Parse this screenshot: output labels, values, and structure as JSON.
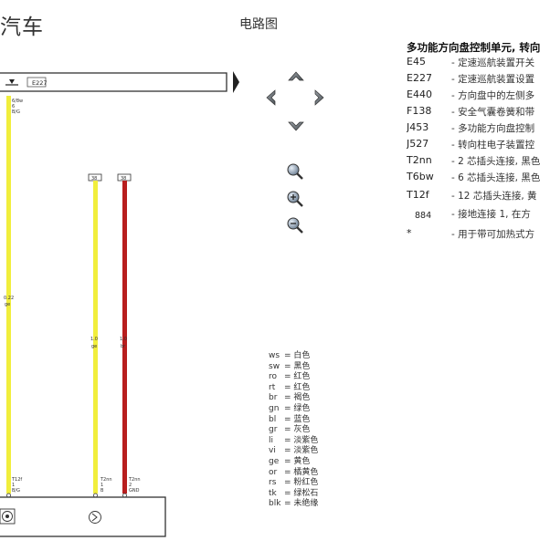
{
  "header": {
    "brand": "汽车",
    "diagram_title": "电路图"
  },
  "component_bar": {
    "label": "E227"
  },
  "wires": [
    {
      "id": "w1",
      "top_pin": "6/8w",
      "top_pin2": "6",
      "top_color": "B/G",
      "mid_size": "0.22",
      "mid_color": "ge",
      "bot_conn": "T12f",
      "bot_pin": "1",
      "bot_color": "B/G",
      "stroke": "#f1ee3c"
    },
    {
      "id": "w2",
      "box": "38",
      "mid_size": "1.0",
      "mid_color": "ge",
      "bot_conn": "T2nn",
      "bot_pin": "1",
      "bot_color": "B",
      "stroke": "#f1ee3c"
    },
    {
      "id": "w3",
      "box": "38",
      "mid_size": "1.0",
      "mid_color": "br",
      "bot_conn": "T2nn",
      "bot_pin": "2",
      "bot_color": "GND",
      "stroke": "#b81e1e"
    }
  ],
  "legend": {
    "title": "多功能方向盘控制单元, 转向",
    "items": [
      {
        "code": "E45",
        "desc": "- 定速巡航装置开关"
      },
      {
        "code": "E227",
        "desc": "- 定速巡航装置设置"
      },
      {
        "code": "E440",
        "desc": "- 方向盘中的左侧多"
      },
      {
        "code": "F138",
        "desc": "- 安全气囊卷簧和带"
      },
      {
        "code": "J453",
        "desc": "- 多功能方向盘控制"
      },
      {
        "code": "J527",
        "desc": "- 转向柱电子装置控"
      },
      {
        "code": "T2nn",
        "desc": "- 2 芯插头连接, 黑色"
      },
      {
        "code": "T6bw",
        "desc": "- 6 芯插头连接, 黑色"
      },
      {
        "code": "T12f",
        "desc": "- 12 芯插头连接, 黄"
      },
      {
        "code": "884",
        "desc": "- 接地连接 1, 在方"
      },
      {
        "code": "*",
        "desc": "- 用于带可加热式方"
      }
    ]
  },
  "color_codes": [
    {
      "code": "ws",
      "name": "白色"
    },
    {
      "code": "sw",
      "name": "黑色"
    },
    {
      "code": "ro",
      "name": "红色"
    },
    {
      "code": "rt",
      "name": "红色"
    },
    {
      "code": "br",
      "name": "褐色"
    },
    {
      "code": "gn",
      "name": "绿色"
    },
    {
      "code": "bl",
      "name": "蓝色"
    },
    {
      "code": "gr",
      "name": "灰色"
    },
    {
      "code": "li",
      "name": "淡紫色"
    },
    {
      "code": "vi",
      "name": "淡紫色"
    },
    {
      "code": "ge",
      "name": "黄色"
    },
    {
      "code": "or",
      "name": "橘黄色"
    },
    {
      "code": "rs",
      "name": "粉红色"
    },
    {
      "code": "tk",
      "name": "绿松石"
    },
    {
      "code": "blk",
      "name": "未绝缘"
    }
  ],
  "nav": {
    "up": "pan-up-icon",
    "down": "pan-down-icon",
    "left": "pan-left-icon",
    "right": "pan-right-icon",
    "zoom_reset": "zoom-reset-icon",
    "zoom_in": "zoom-in-icon",
    "zoom_out": "zoom-out-icon"
  },
  "colors": {
    "wire_yellow": "#f1ee3c",
    "wire_red": "#b81e1e",
    "line": "#333333"
  }
}
